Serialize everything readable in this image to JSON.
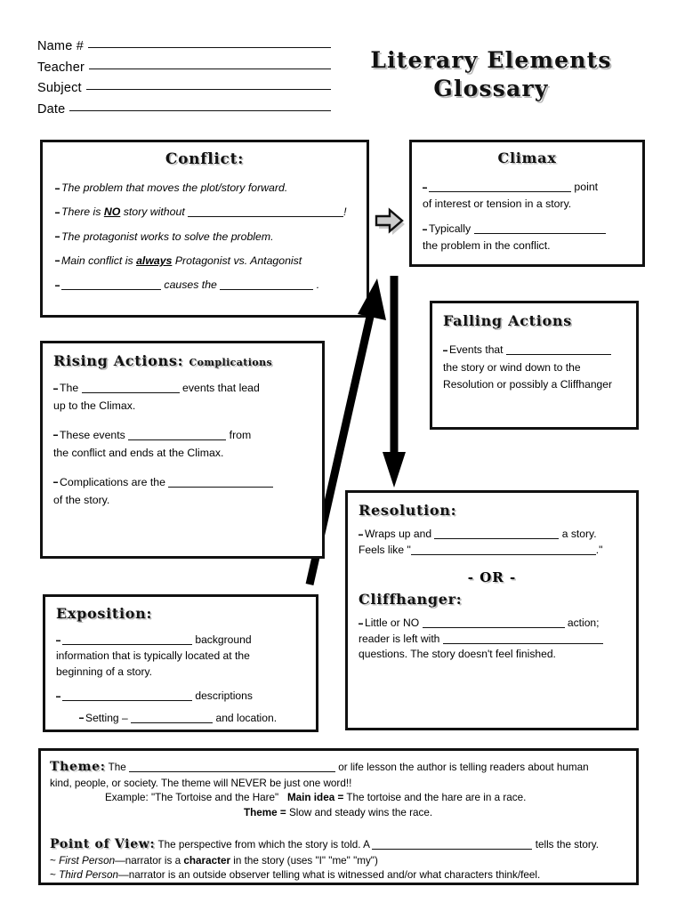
{
  "header": {
    "fields": [
      {
        "label": "Name #"
      },
      {
        "label": "Teacher"
      },
      {
        "label": "Subject"
      },
      {
        "label": "Date"
      }
    ]
  },
  "title": {
    "line1": "Literary Elements",
    "line2": "Glossary"
  },
  "conflict": {
    "heading": "Conflict:",
    "items": [
      "The problem that moves the plot/story forward.",
      "There is NO story without ____________________!",
      "The protagonist works to solve the problem.",
      "Main conflict is always Protagonist vs. Antagonist",
      "______________ causes the _______________ ."
    ],
    "i1_a": "The problem that moves the plot/story forward.",
    "i2_a": "There is ",
    "i2_no": "NO",
    "i2_b": " story without ",
    "i2_end": "!",
    "i3_a": "The protagonist works to solve the problem.",
    "i4_a": "Main conflict is ",
    "i4_always": "always",
    "i4_b": " Protagonist vs. Antagonist",
    "i5_mid": " causes the ",
    "i5_end": " ."
  },
  "climax": {
    "heading": "Climax",
    "l1_end": " point",
    "l2": "of interest or tension in a story.",
    "l3_start": "Typically ",
    "l4": "the problem in the conflict."
  },
  "falling": {
    "heading": "Falling Actions",
    "l1_start": "Events that ",
    "l2": "the story or wind down to the",
    "l3": "Resolution or possibly a Cliffhanger"
  },
  "rising": {
    "heading": "Rising Actions:",
    "subheading": "Complications",
    "p1_start": "The ",
    "p1_end": " events that lead",
    "p1_l2": "up to the Climax.",
    "p2_start": "These events ",
    "p2_end": " from",
    "p2_l2": "the conflict and ends at the Climax.",
    "p3_start": "Complications are the ",
    "p3_l2": "of the story."
  },
  "resolution": {
    "heading": "Resolution:",
    "l1_start": "Wraps up and ",
    "l1_end": " a story.",
    "l2_start": "Feels like \"",
    "l2_end": ".\"",
    "or": "- OR -",
    "cliff_heading": "Cliffhanger:",
    "c1_start": "Little or NO ",
    "c1_end": " action;",
    "c2_start": "reader is left with ",
    "c3": "questions. The story doesn't feel finished."
  },
  "exposition": {
    "heading": "Exposition:",
    "l1_end": " background",
    "l2": "information that is typically located at the",
    "l3": "beginning of a story.",
    "l4_end": " descriptions",
    "l5_start": "Setting – ",
    "l5_end": " and location."
  },
  "bottom": {
    "theme_heading": "Theme:",
    "theme_a": " The ",
    "theme_b": " or life lesson the author is telling readers about human",
    "theme_c": "kind, people, or society. The theme will NEVER be just one word!!",
    "example_label": "Example: \"The Tortoise and the Hare\"",
    "main_idea_label": "Main idea =",
    "main_idea_text": " The tortoise and the hare are in a race.",
    "theme_label": "Theme =",
    "theme_text": " Slow and steady wins the race.",
    "pov_heading": "Point of View:",
    "pov_a": " The perspective from which the story is told. A ",
    "pov_b": " tells the story.",
    "first_dash": "~ ",
    "first_label": "First Person",
    "first_a": "—narrator is a ",
    "first_bold": "character",
    "first_b": " in the story (uses \"I\" \"me\" \"my\")",
    "third_dash": "~ ",
    "third_label": "Third Person",
    "third_a": "—narrator is an outside observer telling what is witnessed and/or what characters think/feel."
  },
  "arrows": {
    "conflict_to_climax": "right-arrow",
    "climax_to_falling": "down-arrow",
    "exposition_to_climax": "up-right-arrow"
  },
  "colors": {
    "ink": "#111111",
    "shadow": "#bcbcbc",
    "gray_arrow": "#c9c9c9"
  }
}
